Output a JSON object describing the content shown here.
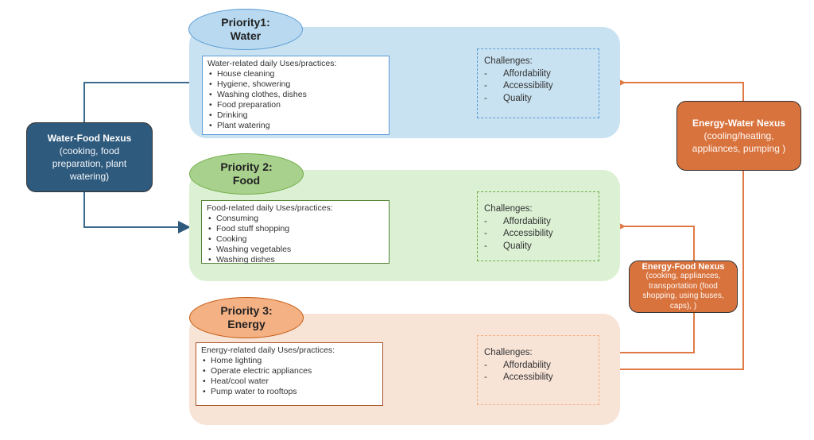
{
  "priorities": [
    {
      "label_line1": "Priority1:",
      "label_line2": "Water",
      "uses_title": "Water-related daily Uses/practices:",
      "uses": [
        "House cleaning",
        "Hygiene, showering",
        "Washing clothes, dishes",
        "Food preparation",
        "Drinking",
        "Plant watering"
      ],
      "challenges_title": "Challenges:",
      "challenges": [
        "Affordability",
        "Accessibility",
        "Quality"
      ],
      "color": "#5b9bd5"
    },
    {
      "label_line1": "Priority 2:",
      "label_line2": "Food",
      "uses_title": "Food-related daily Uses/practices:",
      "uses": [
        "Consuming",
        "Food stuff shopping",
        "Cooking",
        "Washing vegetables",
        "Washing dishes"
      ],
      "challenges_title": "Challenges:",
      "challenges": [
        "Affordability",
        "Accessibility",
        "Quality"
      ],
      "color": "#70ad47"
    },
    {
      "label_line1": "Priority 3:",
      "label_line2": "Energy",
      "uses_title": "Energy-related daily Uses/practices:",
      "uses": [
        "Home lighting",
        "Operate electric appliances",
        "Heat/cool water",
        "Pump water to rooftops"
      ],
      "challenges_title": "Challenges:",
      "challenges": [
        "Affordability",
        "Accessibility"
      ],
      "color": "#ed7d31"
    }
  ],
  "nexus": {
    "water_food": {
      "title": "Water-Food Nexus",
      "desc": "(cooking, food preparation, plant watering)",
      "color": "#2e5a7e"
    },
    "energy_water": {
      "title": "Energy-Water Nexus",
      "desc": "(cooling/heating, appliances, pumping )",
      "color": "#d9733d"
    },
    "energy_food": {
      "title": "Energy-Food Nexus",
      "desc": "(cooking, appliances, transportation (food shopping, using buses, caps), )",
      "color": "#d9733d"
    }
  },
  "bullet": "-"
}
